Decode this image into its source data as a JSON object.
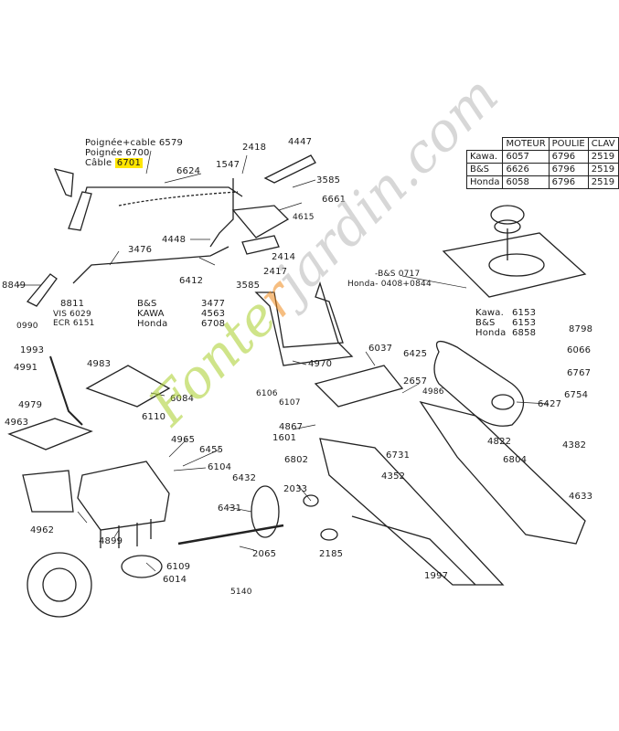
{
  "title_notes": {
    "poignee_cable": "Poignée+cable 6579",
    "poignee": "Poignée 6700",
    "cable_prefix": "Câble",
    "cable_ref": "6701"
  },
  "engine_table": {
    "headers": [
      "MOTEUR",
      "POULIE",
      "CLAV"
    ],
    "rows": [
      [
        "Kawa.",
        "6057",
        "6796",
        "2519"
      ],
      [
        "B&S",
        "6626",
        "6796",
        "2519"
      ],
      [
        "Honda",
        "6058",
        "6796",
        "2519"
      ]
    ]
  },
  "labels": {
    "l6624": "6624",
    "l2418": "2418",
    "l4447": "4447",
    "l1547": "1547",
    "l3585a": "3585",
    "l6661": "6661",
    "l4615": "4615",
    "l4448": "4448",
    "l3476": "3476",
    "l2414": "2414",
    "l2417": "2417",
    "l6412": "6412",
    "l3585b": "3585",
    "l8849": "8849",
    "l8811": "8811",
    "vis": "VIS 6029",
    "ecr": "ECR 6151",
    "l0990": "0990",
    "bs1": "B&S",
    "kawa1": "KAWA",
    "honda1": "Honda",
    "v3477": "3477",
    "v4563": "4563",
    "v6708": "6708",
    "bs0717": "-B&S 0717",
    "honda0408": "Honda- 0408+0844",
    "kawa2": "Kawa.",
    "bs2": "B&S",
    "honda2": "Honda",
    "v6153a": "6153",
    "v6153b": "6153",
    "v6858": "6858",
    "l8798": "8798",
    "l1993": "1993",
    "l4991": "4991",
    "l4983": "4983",
    "l4970": "4970",
    "l6037": "6037",
    "l6425": "6425",
    "l6066": "6066",
    "l6767": "6767",
    "l6084": "6084",
    "l4979": "4979",
    "l6106": "6106",
    "l6107": "6107",
    "l2657": "2657",
    "l4986": "4986",
    "l6427": "6427",
    "l6754": "6754",
    "l6110": "6110",
    "l4963": "4963",
    "l4867": "4867",
    "l1601": "1601",
    "l4965": "4965",
    "l6455": "6455",
    "l6731": "6731",
    "l4822": "4822",
    "l4382": "4382",
    "l6802": "6802",
    "l6804": "6804",
    "l6104": "6104",
    "l6432": "6432",
    "l4352": "4352",
    "l4962": "4962",
    "l2033": "2033",
    "l4633": "4633",
    "l6431": "6431",
    "l4899": "4899",
    "l2065": "2065",
    "l2185": "2185",
    "l6109": "6109",
    "l6014": "6014",
    "l1997": "1997",
    "l5140": "5140"
  },
  "watermark": {
    "part_a": "Fonte",
    "part_b": "r",
    "part_c": "jardin.com"
  },
  "colors": {
    "highlight": "#ffe600",
    "watermark_green": "#a8cf2a",
    "watermark_orange": "#f08a1c",
    "watermark_grey": "#b7b7b7",
    "ink": "#1a1a1a"
  }
}
